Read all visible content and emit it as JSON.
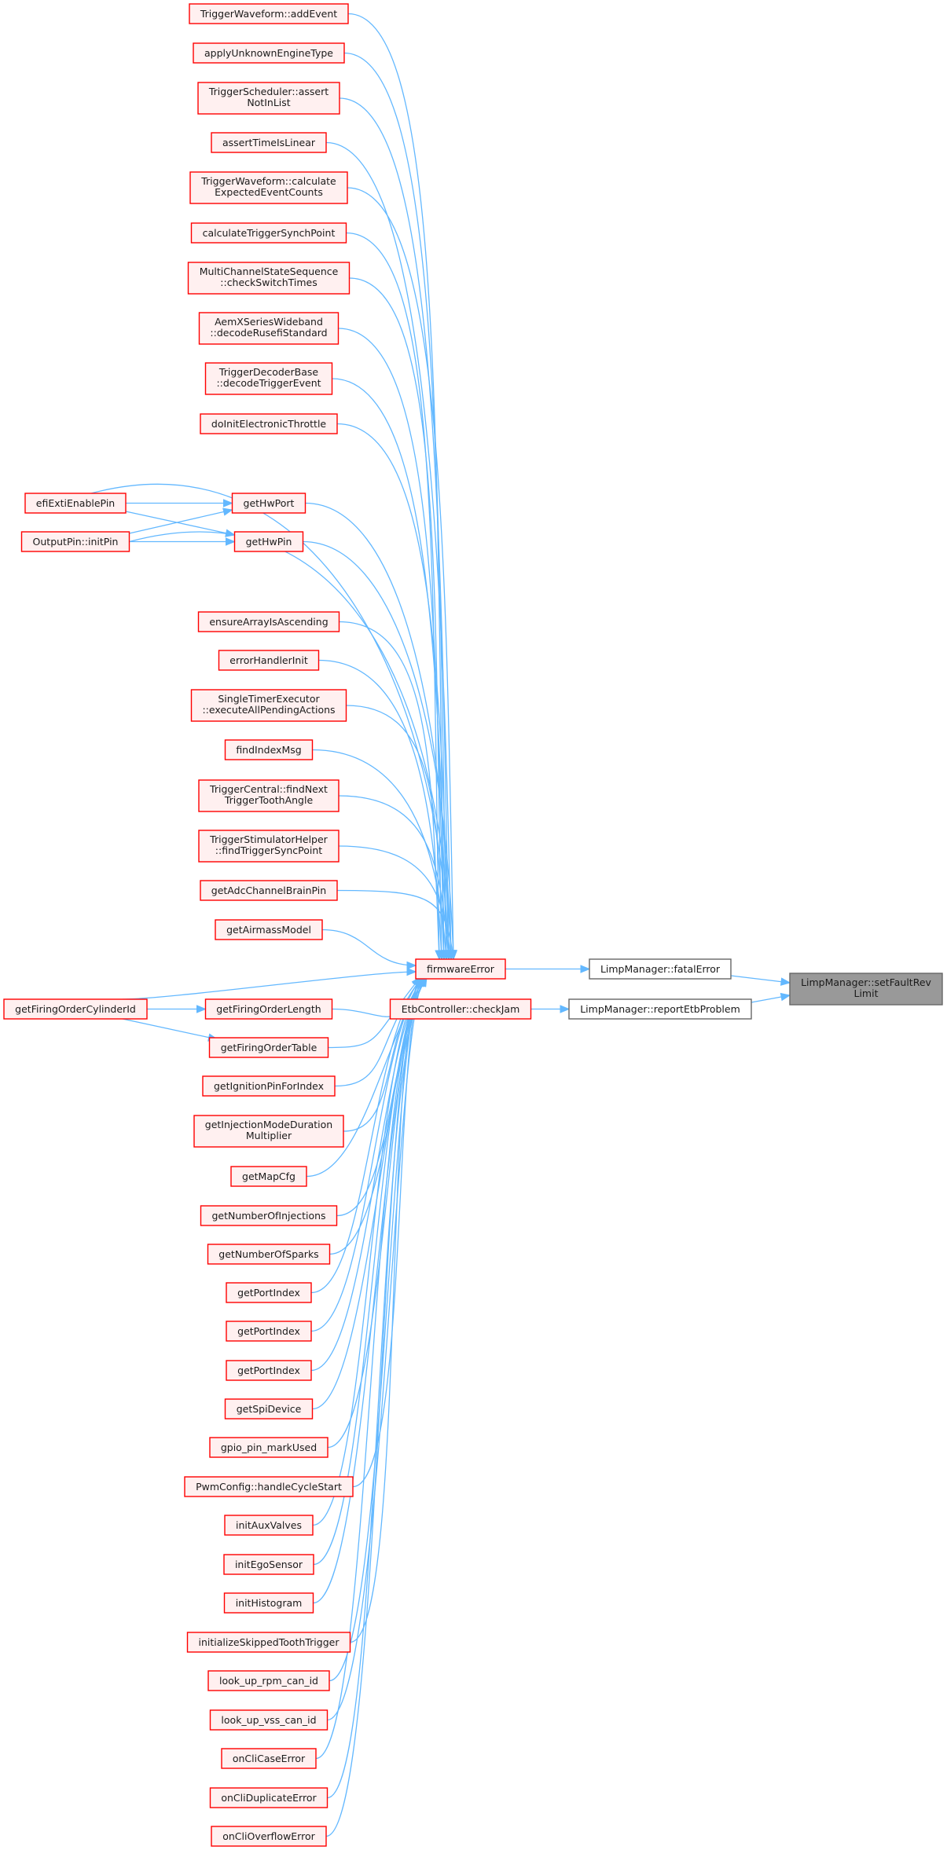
{
  "graph": {
    "title": "Caller graph",
    "colors": {
      "edge": "#63b8ff",
      "caller_fill": "#fff0f0",
      "caller_border": "#ff0000",
      "root_fill": "#999999",
      "plain_border": "#666666"
    },
    "nodes": [
      {
        "id": "addEvent",
        "lines": [
          "TriggerWaveform::addEvent"
        ],
        "kind": "red"
      },
      {
        "id": "applyUnknownEngineType",
        "lines": [
          "applyUnknownEngineType"
        ],
        "kind": "red"
      },
      {
        "id": "assertNotInList",
        "lines": [
          "TriggerScheduler::assert",
          "NotInList"
        ],
        "kind": "red"
      },
      {
        "id": "assertTimeIsLinear",
        "lines": [
          "assertTimeIsLinear"
        ],
        "kind": "red"
      },
      {
        "id": "calcExpected",
        "lines": [
          "TriggerWaveform::calculate",
          "ExpectedEventCounts"
        ],
        "kind": "red"
      },
      {
        "id": "calcSynch",
        "lines": [
          "calculateTriggerSynchPoint"
        ],
        "kind": "red"
      },
      {
        "id": "checkSwitchTimes",
        "lines": [
          "MultiChannelStateSequence",
          "::checkSwitchTimes"
        ],
        "kind": "red"
      },
      {
        "id": "decodeRusefi",
        "lines": [
          "AemXSeriesWideband",
          "::decodeRusefiStandard"
        ],
        "kind": "red"
      },
      {
        "id": "decodeTriggerEvent",
        "lines": [
          "TriggerDecoderBase",
          "::decodeTriggerEvent"
        ],
        "kind": "red"
      },
      {
        "id": "doInitEtb",
        "lines": [
          "doInitElectronicThrottle"
        ],
        "kind": "red"
      },
      {
        "id": "efiExtiEnablePin",
        "lines": [
          "efiExtiEnablePin"
        ],
        "kind": "red"
      },
      {
        "id": "getHwPort",
        "lines": [
          "getHwPort"
        ],
        "kind": "red"
      },
      {
        "id": "initPin",
        "lines": [
          "OutputPin::initPin"
        ],
        "kind": "red"
      },
      {
        "id": "getHwPin",
        "lines": [
          "getHwPin"
        ],
        "kind": "red"
      },
      {
        "id": "ensureArray",
        "lines": [
          "ensureArrayIsAscending"
        ],
        "kind": "red"
      },
      {
        "id": "errorHandlerInit",
        "lines": [
          "errorHandlerInit"
        ],
        "kind": "red"
      },
      {
        "id": "executeAll",
        "lines": [
          "SingleTimerExecutor",
          "::executeAllPendingActions"
        ],
        "kind": "red"
      },
      {
        "id": "findIndexMsg",
        "lines": [
          "findIndexMsg"
        ],
        "kind": "red"
      },
      {
        "id": "findNextTooth",
        "lines": [
          "TriggerCentral::findNext",
          "TriggerToothAngle"
        ],
        "kind": "red"
      },
      {
        "id": "findTriggerSync",
        "lines": [
          "TriggerStimulatorHelper",
          "::findTriggerSyncPoint"
        ],
        "kind": "red"
      },
      {
        "id": "getAdc",
        "lines": [
          "getAdcChannelBrainPin"
        ],
        "kind": "red"
      },
      {
        "id": "getAirmass",
        "lines": [
          "getAirmassModel"
        ],
        "kind": "red"
      },
      {
        "id": "firmwareError",
        "lines": [
          "firmwareError"
        ],
        "kind": "red"
      },
      {
        "id": "cylId",
        "lines": [
          "getFiringOrderCylinderId"
        ],
        "kind": "red"
      },
      {
        "id": "foLength",
        "lines": [
          "getFiringOrderLength"
        ],
        "kind": "red"
      },
      {
        "id": "checkJam",
        "lines": [
          "EtbController::checkJam"
        ],
        "kind": "red"
      },
      {
        "id": "foTable",
        "lines": [
          "getFiringOrderTable"
        ],
        "kind": "red"
      },
      {
        "id": "ignPin",
        "lines": [
          "getIgnitionPinForIndex"
        ],
        "kind": "red"
      },
      {
        "id": "injMode",
        "lines": [
          "getInjectionModeDuration",
          "Multiplier"
        ],
        "kind": "red"
      },
      {
        "id": "mapCfg",
        "lines": [
          "getMapCfg"
        ],
        "kind": "red"
      },
      {
        "id": "numInj",
        "lines": [
          "getNumberOfInjections"
        ],
        "kind": "red"
      },
      {
        "id": "numSparks",
        "lines": [
          "getNumberOfSparks"
        ],
        "kind": "red"
      },
      {
        "id": "portIndex1",
        "lines": [
          "getPortIndex"
        ],
        "kind": "red"
      },
      {
        "id": "portIndex2",
        "lines": [
          "getPortIndex"
        ],
        "kind": "red"
      },
      {
        "id": "portIndex3",
        "lines": [
          "getPortIndex"
        ],
        "kind": "red"
      },
      {
        "id": "spiDevice",
        "lines": [
          "getSpiDevice"
        ],
        "kind": "red"
      },
      {
        "id": "gpioMark",
        "lines": [
          "gpio_pin_markUsed"
        ],
        "kind": "red"
      },
      {
        "id": "pwmCycle",
        "lines": [
          "PwmConfig::handleCycleStart"
        ],
        "kind": "red"
      },
      {
        "id": "initAux",
        "lines": [
          "initAuxValves"
        ],
        "kind": "red"
      },
      {
        "id": "initEgo",
        "lines": [
          "initEgoSensor"
        ],
        "kind": "red"
      },
      {
        "id": "initHist",
        "lines": [
          "initHistogram"
        ],
        "kind": "red"
      },
      {
        "id": "initSkipped",
        "lines": [
          "initializeSkippedToothTrigger"
        ],
        "kind": "red"
      },
      {
        "id": "rpmCan",
        "lines": [
          "look_up_rpm_can_id"
        ],
        "kind": "red"
      },
      {
        "id": "vssCan",
        "lines": [
          "look_up_vss_can_id"
        ],
        "kind": "red"
      },
      {
        "id": "cliCase",
        "lines": [
          "onCliCaseError"
        ],
        "kind": "red"
      },
      {
        "id": "cliDup",
        "lines": [
          "onCliDuplicateError"
        ],
        "kind": "red"
      },
      {
        "id": "cliOverflow",
        "lines": [
          "onCliOverflowError"
        ],
        "kind": "red"
      },
      {
        "id": "fatalError",
        "lines": [
          "LimpManager::fatalError"
        ],
        "kind": "plain"
      },
      {
        "id": "reportEtb",
        "lines": [
          "LimpManager::reportEtbProblem"
        ],
        "kind": "plain"
      },
      {
        "id": "setFault",
        "lines": [
          "LimpManager::setFaultRev",
          "Limit"
        ],
        "kind": "root"
      }
    ],
    "edges": [
      [
        "efiExtiEnablePin",
        "getHwPort"
      ],
      [
        "efiExtiEnablePin",
        "getHwPin"
      ],
      [
        "initPin",
        "getHwPort"
      ],
      [
        "initPin",
        "getHwPin"
      ],
      [
        "efiExtiEnablePin",
        "firmwareError"
      ],
      [
        "initPin",
        "firmwareError"
      ],
      [
        "cylId",
        "foLength"
      ],
      [
        "cylId",
        "foTable"
      ],
      [
        "cylId",
        "firmwareError"
      ],
      [
        "addEvent",
        "firmwareError"
      ],
      [
        "applyUnknownEngineType",
        "firmwareError"
      ],
      [
        "assertNotInList",
        "firmwareError"
      ],
      [
        "assertTimeIsLinear",
        "firmwareError"
      ],
      [
        "calcExpected",
        "firmwareError"
      ],
      [
        "calcSynch",
        "firmwareError"
      ],
      [
        "checkSwitchTimes",
        "firmwareError"
      ],
      [
        "decodeRusefi",
        "firmwareError"
      ],
      [
        "decodeTriggerEvent",
        "firmwareError"
      ],
      [
        "doInitEtb",
        "firmwareError"
      ],
      [
        "getHwPort",
        "firmwareError"
      ],
      [
        "getHwPin",
        "firmwareError"
      ],
      [
        "ensureArray",
        "firmwareError"
      ],
      [
        "errorHandlerInit",
        "firmwareError"
      ],
      [
        "executeAll",
        "firmwareError"
      ],
      [
        "findIndexMsg",
        "firmwareError"
      ],
      [
        "findNextTooth",
        "firmwareError"
      ],
      [
        "findTriggerSync",
        "firmwareError"
      ],
      [
        "getAdc",
        "firmwareError"
      ],
      [
        "getAirmass",
        "firmwareError"
      ],
      [
        "foLength",
        "firmwareError"
      ],
      [
        "foTable",
        "firmwareError"
      ],
      [
        "ignPin",
        "firmwareError"
      ],
      [
        "injMode",
        "firmwareError"
      ],
      [
        "mapCfg",
        "firmwareError"
      ],
      [
        "numInj",
        "firmwareError"
      ],
      [
        "numSparks",
        "firmwareError"
      ],
      [
        "portIndex1",
        "firmwareError"
      ],
      [
        "portIndex2",
        "firmwareError"
      ],
      [
        "portIndex3",
        "firmwareError"
      ],
      [
        "spiDevice",
        "firmwareError"
      ],
      [
        "gpioMark",
        "firmwareError"
      ],
      [
        "pwmCycle",
        "firmwareError"
      ],
      [
        "initAux",
        "firmwareError"
      ],
      [
        "initEgo",
        "firmwareError"
      ],
      [
        "initHist",
        "firmwareError"
      ],
      [
        "initSkipped",
        "firmwareError"
      ],
      [
        "rpmCan",
        "firmwareError"
      ],
      [
        "vssCan",
        "firmwareError"
      ],
      [
        "cliCase",
        "firmwareError"
      ],
      [
        "cliDup",
        "firmwareError"
      ],
      [
        "cliOverflow",
        "firmwareError"
      ],
      [
        "firmwareError",
        "fatalError"
      ],
      [
        "checkJam",
        "reportEtb"
      ],
      [
        "fatalError",
        "setFault"
      ],
      [
        "reportEtb",
        "setFault"
      ]
    ]
  }
}
